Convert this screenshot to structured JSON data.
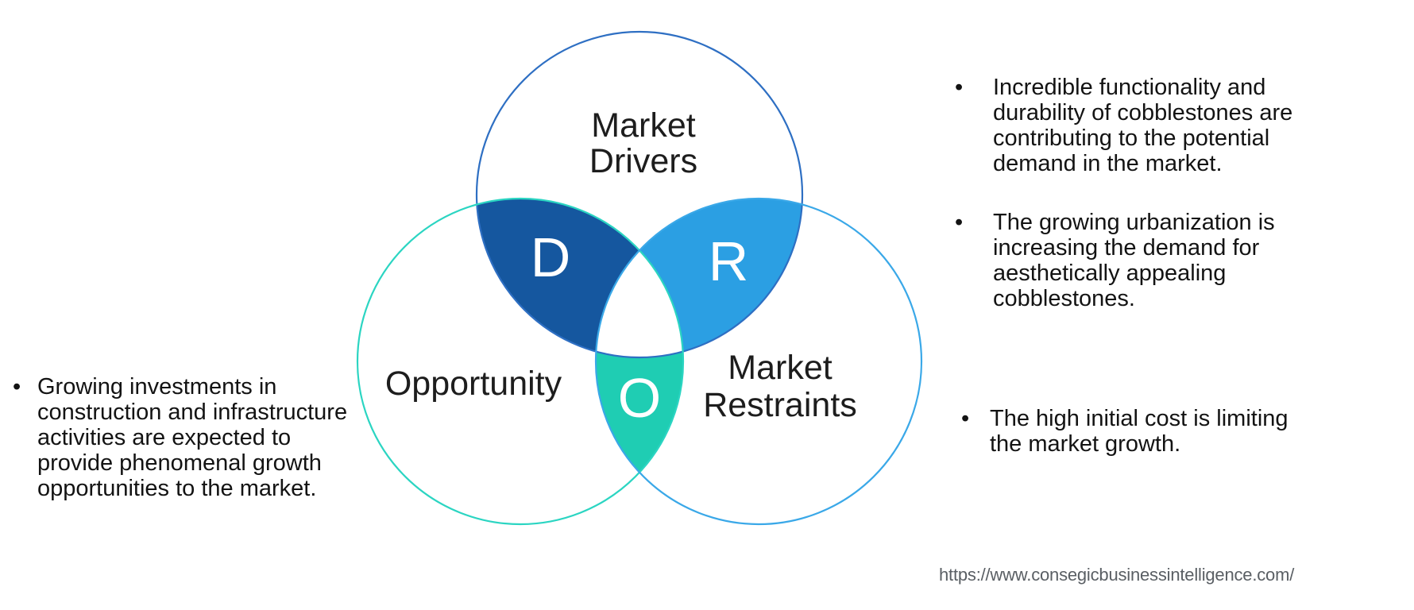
{
  "diagram": {
    "title_hint": "DRO Venn diagram",
    "drivers": {
      "label_lines": [
        "Market",
        "Drivers"
      ],
      "letter": "D",
      "lens_color": "#15579f",
      "outline_color": "#2e6fc3"
    },
    "restraints": {
      "label_lines": [
        "Market",
        "Restraints"
      ],
      "letter": "R",
      "lens_color": "#2b9fe3",
      "outline_color": "#3aa8e8"
    },
    "opportunity": {
      "label_lines": [
        "Opportunity"
      ],
      "letter": "O",
      "lens_color": "#1fcdb3",
      "outline_color": "#2bd5c2"
    },
    "center_color": "#ffffff"
  },
  "left_notes": [
    {
      "marker": "•",
      "lines": [
        "Growing investments in",
        "construction and infrastructure",
        "activities are expected to",
        "provide phenomenal growth",
        "opportunities to the market."
      ]
    }
  ],
  "right_notes": [
    {
      "marker": "•",
      "lines": [
        "Incredible functionality and",
        "durability of cobblestones are",
        "contributing to the potential",
        "demand in the market."
      ]
    },
    {
      "marker": "•",
      "lines": [
        "The growing urbanization is",
        "increasing the demand for",
        "aesthetically appealing",
        "cobblestones."
      ]
    },
    {
      "marker": "•",
      "lines": [
        "The high initial cost is limiting",
        "the market growth."
      ]
    }
  ],
  "footer": {
    "url": "https://www.consegicbusinessintelligence.com/"
  },
  "colors": {
    "background": "#ffffff",
    "label_text": "#1d1d1d",
    "note_text": "#131313",
    "letter_text": "#ffffff",
    "url_text": "#5a5f64"
  }
}
